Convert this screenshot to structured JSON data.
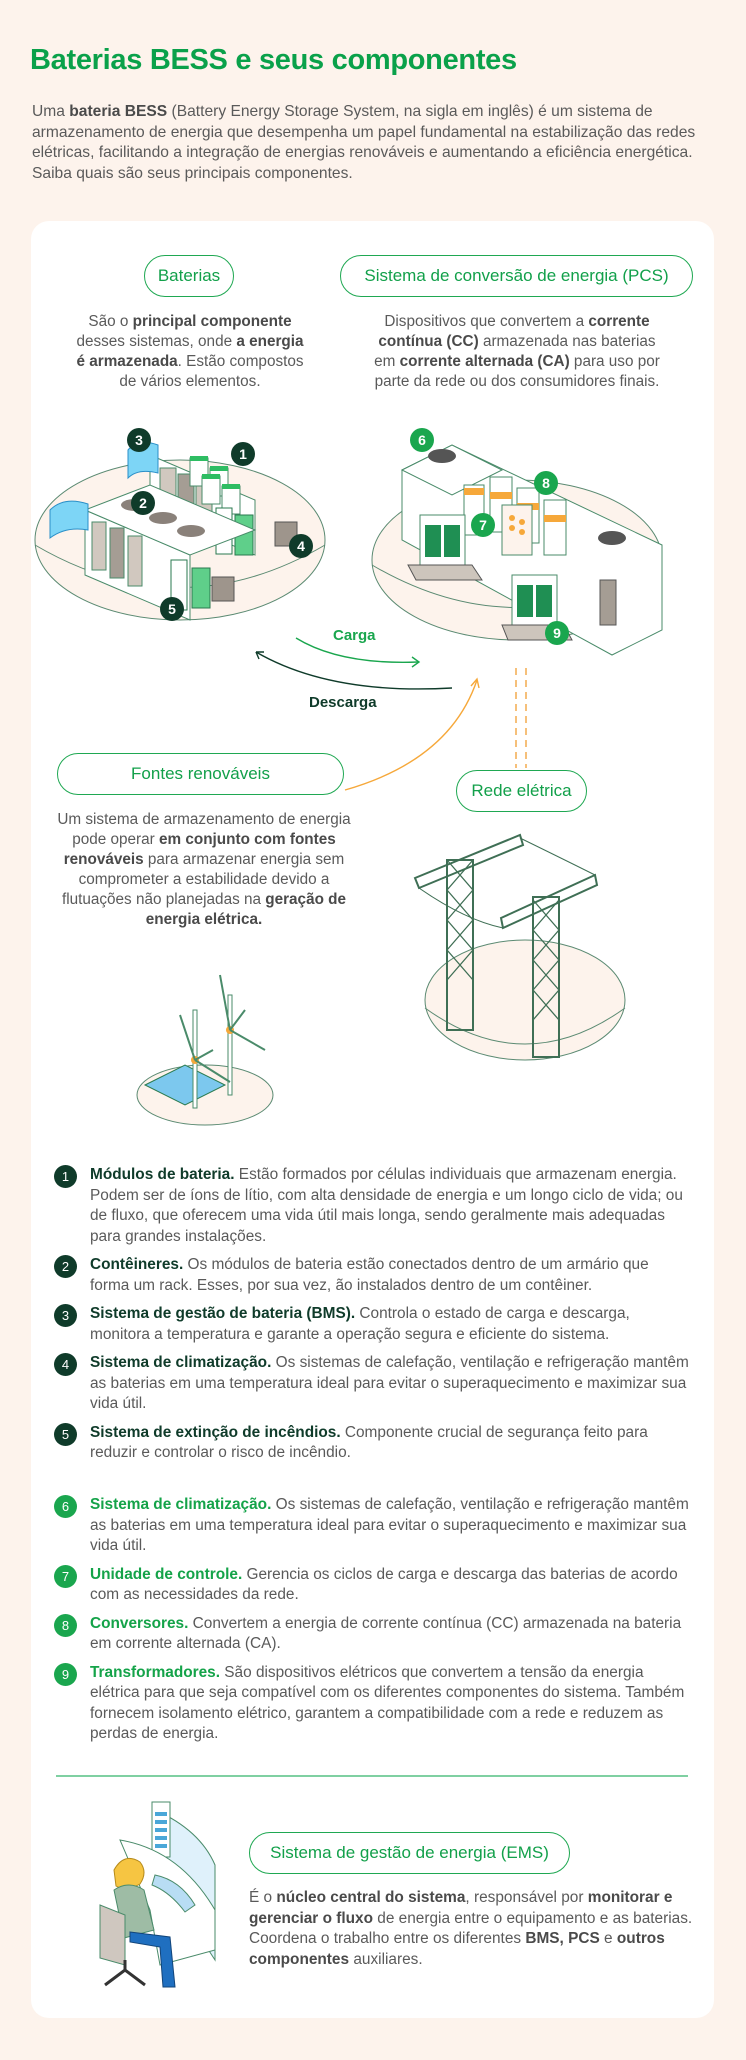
{
  "header": {
    "title_parts": [
      "Baterias ",
      "BESS",
      " e seus ",
      "componentes"
    ],
    "intro_parts": [
      "Uma ",
      "bateria BESS",
      " (Battery Energy Storage System, na sigla em inglês) é um sistema de armazenamento de energia que desempenha um papel fundamental na estabilização das redes elétricas, facilitando a integração de energias renováveis e aumentando a eficiência energética. Saiba quais são seus principais componentes."
    ]
  },
  "diagram": {
    "batteries": {
      "label": "Baterias",
      "desc_parts": [
        "São o ",
        "principal componente",
        " desses sistemas, onde ",
        "a energia é armazenada",
        ". Estão compostos de vários elementos."
      ],
      "badges": [
        "1",
        "2",
        "3",
        "4",
        "5"
      ]
    },
    "pcs": {
      "label": "Sistema de conversão de energia (PCS)",
      "desc_parts": [
        "Dispositivos que convertem a ",
        "corrente contínua (CC)",
        " armazenada nas baterias em ",
        "corrente alternada (CA)",
        " para uso por parte da rede ou dos consumidores finais."
      ],
      "badges": [
        "6",
        "7",
        "8",
        "9"
      ]
    },
    "flows": {
      "charge": "Carga",
      "discharge": "Descarga"
    },
    "renewables": {
      "label": "Fontes renováveis",
      "desc_parts": [
        "Um sistema de armazenamento de energia pode operar ",
        "em conjunto com fontes renováveis",
        " para armazenar energia sem comprometer a estabilidade devido a flutuações não planejadas na ",
        "geração de energia elétrica."
      ]
    },
    "grid": {
      "label": "Rede elétrica"
    }
  },
  "components": [
    {
      "num": "1",
      "title": "Módulos de bateria.",
      "text": " Estão formados por células individuais que armazenam energia. Podem ser de íons de lítio, com alta densidade de energia e um longo ciclo de vida; ou de fluxo, que oferecem uma vida útil mais longa, sendo geralmente mais adequadas para grandes instalações.",
      "style": "dark"
    },
    {
      "num": "2",
      "title": "Contêineres.",
      "text": " Os módulos de bateria estão conectados dentro de um armário que forma um rack. Esses, por sua vez, ão instalados dentro de um contêiner.",
      "style": "dark"
    },
    {
      "num": "3",
      "title": "Sistema de gestão de bateria (BMS).",
      "text": " Controla o estado de carga e descarga, monitora a temperatura e garante a operação segura e eficiente do sistema.",
      "style": "dark"
    },
    {
      "num": "4",
      "title": "Sistema de climatização.",
      "text": " Os sistemas de calefação, ventilação e refrigeração mantêm as baterias em uma temperatura ideal para evitar o superaquecimento e maximizar sua vida útil.",
      "style": "dark"
    },
    {
      "num": "5",
      "title": "Sistema de extinção de incêndios.",
      "text": " Componente crucial de segurança feito para reduzir e controlar o risco de incêndio.",
      "style": "dark"
    },
    {
      "num": "6",
      "title": "Sistema de climatização.",
      "text": " Os sistemas de calefação, ventilação e refrigeração mantêm as baterias em uma temperatura ideal para evitar o superaquecimento e maximizar sua vida útil.",
      "style": "green"
    },
    {
      "num": "7",
      "title": "Unidade de controle.",
      "text": " Gerencia os ciclos de carga e descarga das baterias de acordo com as necessidades da rede.",
      "style": "green"
    },
    {
      "num": "8",
      "title": "Conversores.",
      "text": " Convertem a energia de corrente contínua (CC) armazenada na bateria em corrente alternada (CA).",
      "style": "green"
    },
    {
      "num": "9",
      "title": "Transformadores.",
      "text": " São dispositivos elétricos que convertem a tensão da energia elétrica para que seja compatível com os diferentes componentes do sistema. Também fornecem isolamento elétrico, garantem a compatibilidade com a rede e reduzem as perdas de energia.",
      "style": "green"
    }
  ],
  "ems": {
    "label": "Sistema de gestão de energia (EMS)",
    "desc_parts": [
      "É o ",
      "núcleo central do sistema",
      ", responsável por ",
      "monitorar e gerenciar o fluxo",
      " de energia entre o equipamento e as baterias. Coordena o trabalho entre os diferentes ",
      "BMS, PCS",
      " e ",
      "outros componentes",
      " auxiliares."
    ]
  },
  "colors": {
    "background": "#fdf3ec",
    "card": "#ffffff",
    "brand_green": "#0aa14a",
    "dark_green": "#0f3b2a",
    "badge_green": "#1aa64e",
    "orange_flow": "#f6a83a",
    "divider": "#7fd0a2"
  }
}
